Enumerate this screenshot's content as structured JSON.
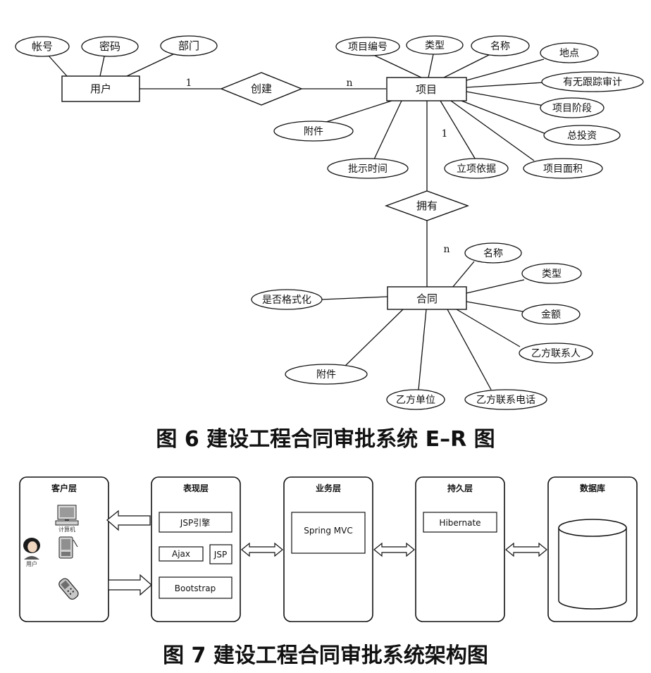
{
  "er_diagram": {
    "entities": {
      "user": "用户",
      "project": "项目",
      "contract": "合同"
    },
    "relationships": {
      "create": "创建",
      "own": "拥有"
    },
    "cardinalities": {
      "create_user": "1",
      "create_project": "n",
      "own_project": "1",
      "own_contract": "n"
    },
    "user_attributes": [
      "帐号",
      "密码",
      "部门"
    ],
    "project_attributes": [
      "项目编号",
      "类型",
      "名称",
      "地点",
      "有无跟踪审计",
      "项目阶段",
      "总投资",
      "项目面积",
      "立项依据",
      "批示时间",
      "附件"
    ],
    "contract_attributes": [
      "名称",
      "类型",
      "金额",
      "乙方联系人",
      "乙方联系电话",
      "乙方单位",
      "附件",
      "是否格式化"
    ],
    "caption": "图 6   建设工程合同审批系统 E–R 图"
  },
  "architecture": {
    "layers": {
      "client": "客户层",
      "presentation": "表现层",
      "business": "业务层",
      "persistence": "持久层",
      "database": "数据库"
    },
    "components": {
      "jsp_engine": "JSP引擎",
      "ajax": "Ajax",
      "jsp": "JSP",
      "bootstrap": "Bootstrap",
      "spring_mvc": "Spring MVC",
      "hibernate": "Hibernate"
    },
    "client_labels": {
      "computer": "计算机",
      "user": "用户"
    },
    "icons": [
      "computer-icon",
      "pda-icon",
      "mobile-phone-icon",
      "user-avatar-icon",
      "database-cylinder-icon"
    ],
    "caption": "图 7    建设工程合同审批系统架构图"
  }
}
